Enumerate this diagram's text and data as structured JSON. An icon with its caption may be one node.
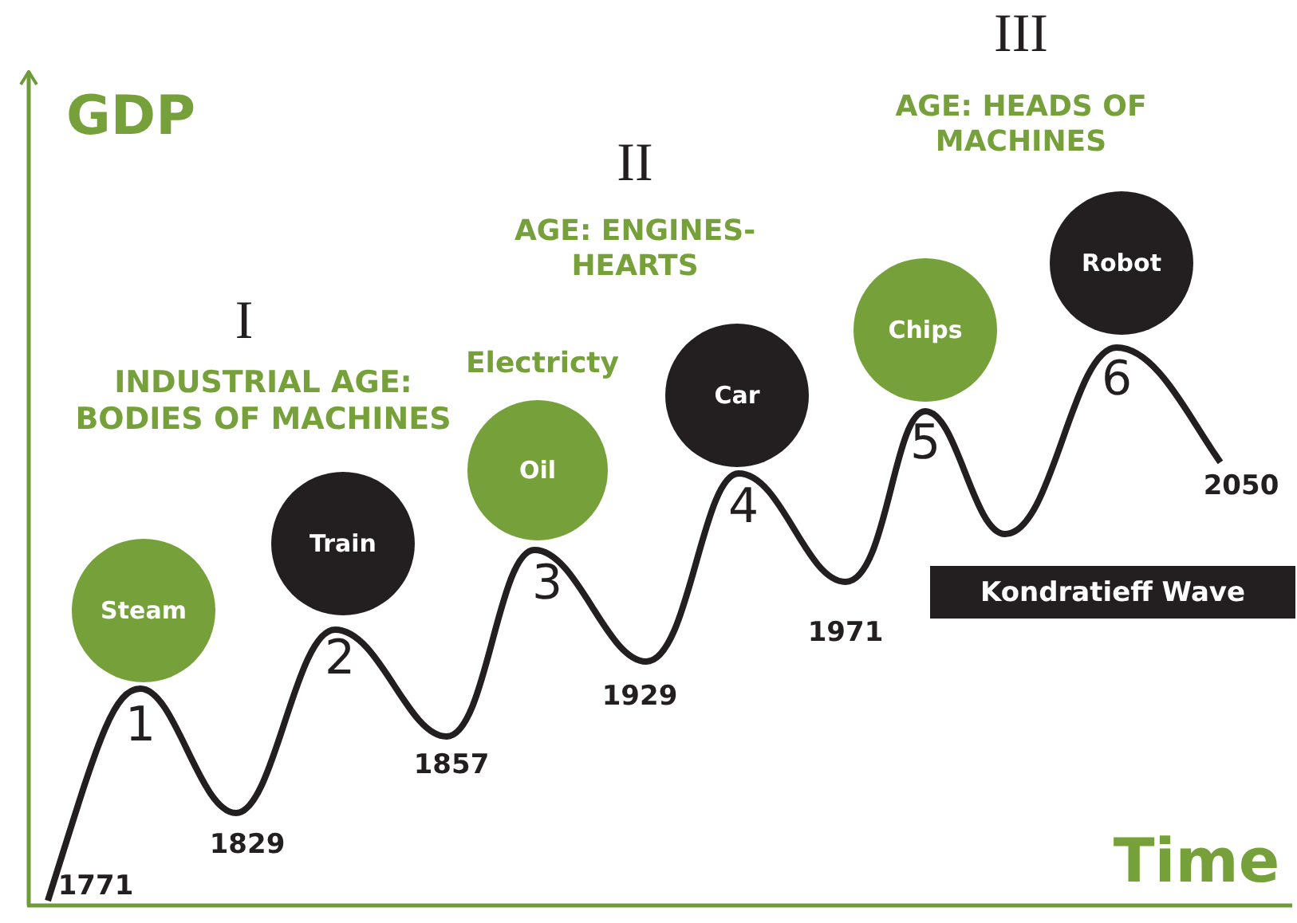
{
  "diagram": {
    "nodes": [
      {
        "text": [
          "Steam"
        ]
      },
      {
        "text": [
          "Train"
        ]
      },
      {
        "text": [
          "Oil"
        ]
      },
      {
        "text": [
          "Car"
        ]
      },
      {
        "text": [
          "Chips"
        ]
      },
      {
        "text": [
          "Robot"
        ]
      },
      {
        "text": [
          "Kondratieff Wave"
        ]
      }
    ],
    "edges": [],
    "labels": [
      "III",
      "AGE: HEADS OF MACHINES",
      "GDP",
      "II",
      "AGE: ENGINES-HEARTS",
      "I",
      "INDUSTRIAL AGE: BODIES OF MACHINES",
      "6",
      "5",
      "2050",
      "4",
      "3",
      "1971",
      "2",
      "1929",
      "1857",
      "1",
      "1829",
      "Time",
      "1771",
      "Electricty"
    ]
  }
}
